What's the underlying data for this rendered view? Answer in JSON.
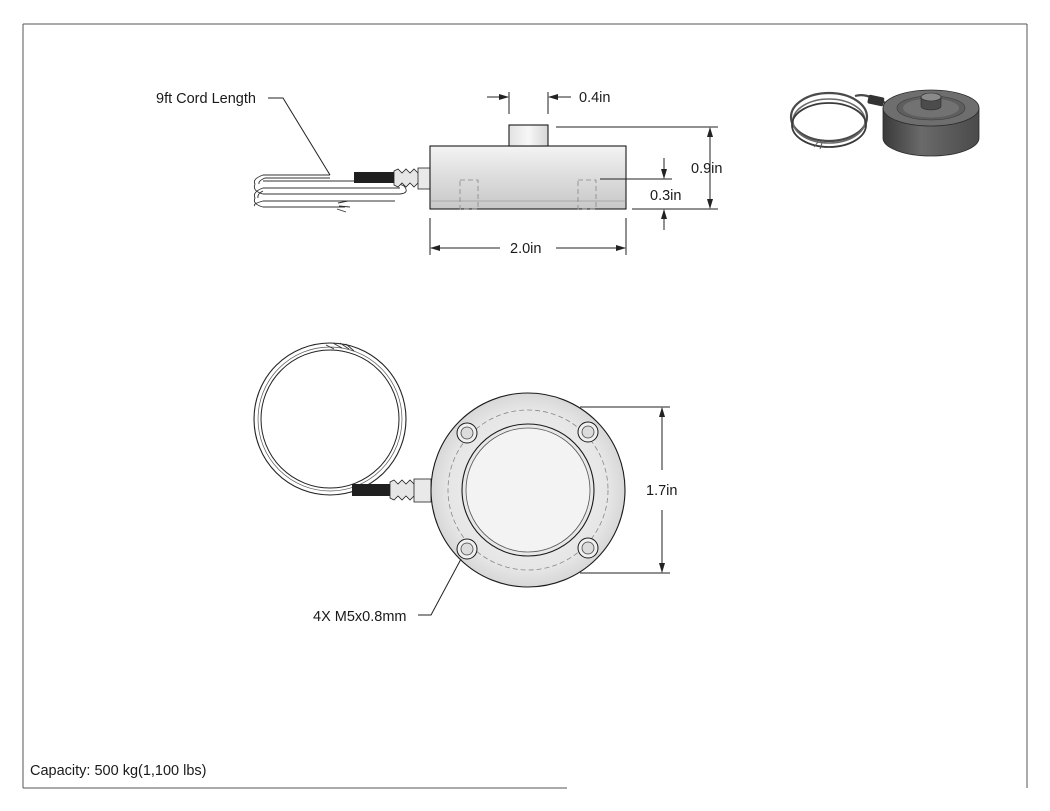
{
  "drawing": {
    "labels": {
      "cord_length": "9ft Cord Length",
      "pin_width": "0.4in",
      "total_height": "0.9in",
      "base_height": "0.3in",
      "diameter_side": "2.0in",
      "diameter_top": "1.7in",
      "threads": "4X M5x0.8mm"
    },
    "capacity": "Capacity: 500 kg(1,100 lbs)"
  },
  "icons": {
    "iso_view": "load-cell-isometric-icon"
  },
  "colors": {
    "line": "#1a1a1a",
    "body_shade": "#d8d8d8",
    "iso_dark": "#5a5a5a"
  }
}
